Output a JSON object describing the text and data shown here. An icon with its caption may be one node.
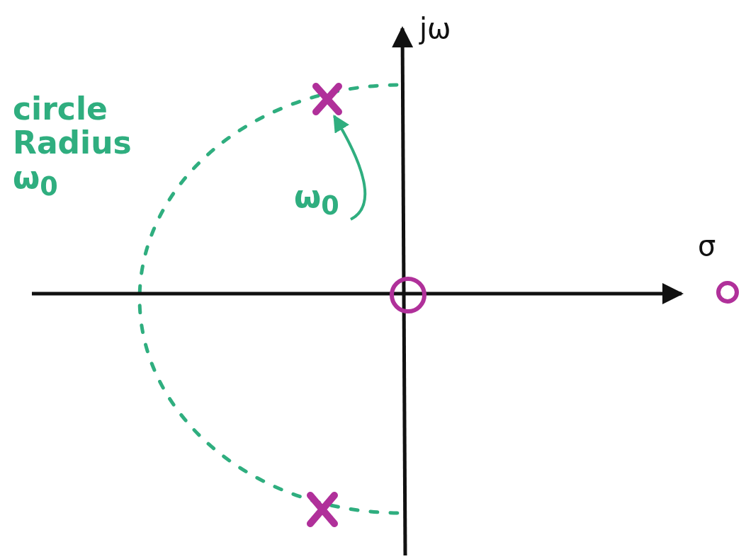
{
  "diagram": {
    "nodes": [
      {
        "text": [],
        "shape": "cross"
      },
      {
        "text": [
          "ω$_{0}$"
        ]
      },
      {
        "text": [],
        "shape": "circle"
      },
      {
        "text": [],
        "shape": "circle"
      },
      {
        "text": [],
        "shape": "cross"
      }
    ],
    "edges": [
      {
        "from": 1,
        "to": 0,
        "arrow": "to"
      }
    ],
    "labels": [
      "jω",
      "circle Radius ω$_{0}$",
      "σ"
    ]
  }
}
